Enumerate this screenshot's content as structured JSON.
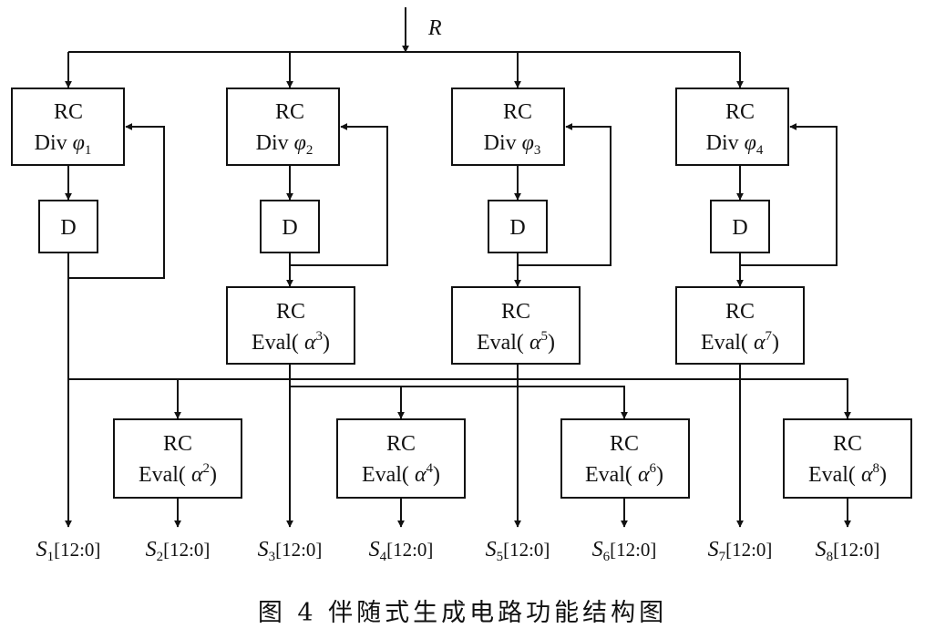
{
  "input_label": "R",
  "div_blocks": [
    {
      "line1": "RC",
      "line2": "Div",
      "phi": "φ",
      "sub": "1"
    },
    {
      "line1": "RC",
      "line2": "Div",
      "phi": "φ",
      "sub": "2"
    },
    {
      "line1": "RC",
      "line2": "Div",
      "phi": "φ",
      "sub": "3"
    },
    {
      "line1": "RC",
      "line2": "Div",
      "phi": "φ",
      "sub": "4"
    }
  ],
  "delay_label": "D",
  "eval_top": [
    {
      "line1": "RC",
      "fn": "Eval(",
      "alpha": "α",
      "exp": "3",
      "close": ")"
    },
    {
      "line1": "RC",
      "fn": "Eval(",
      "alpha": "α",
      "exp": "5",
      "close": ")"
    },
    {
      "line1": "RC",
      "fn": "Eval(",
      "alpha": "α",
      "exp": "7",
      "close": ")"
    }
  ],
  "eval_bottom": [
    {
      "line1": "RC",
      "fn": "Eval(",
      "alpha": "α",
      "exp": "2",
      "close": ")"
    },
    {
      "line1": "RC",
      "fn": "Eval(",
      "alpha": "α",
      "exp": "4",
      "close": ")"
    },
    {
      "line1": "RC",
      "fn": "Eval(",
      "alpha": "α",
      "exp": "6",
      "close": ")"
    },
    {
      "line1": "RC",
      "fn": "Eval(",
      "alpha": "α",
      "exp": "8",
      "close": ")"
    }
  ],
  "outputs": [
    {
      "s": "S",
      "sub": "1",
      "range": "[12:0]"
    },
    {
      "s": "S",
      "sub": "2",
      "range": "[12:0]"
    },
    {
      "s": "S",
      "sub": "3",
      "range": "[12:0]"
    },
    {
      "s": "S",
      "sub": "4",
      "range": "[12:0]"
    },
    {
      "s": "S",
      "sub": "5",
      "range": "[12:0]"
    },
    {
      "s": "S",
      "sub": "6",
      "range": "[12:0]"
    },
    {
      "s": "S",
      "sub": "7",
      "range": "[12:0]"
    },
    {
      "s": "S",
      "sub": "8",
      "range": "[12:0]"
    }
  ],
  "caption": "图 4   伴随式生成电路功能结构图"
}
